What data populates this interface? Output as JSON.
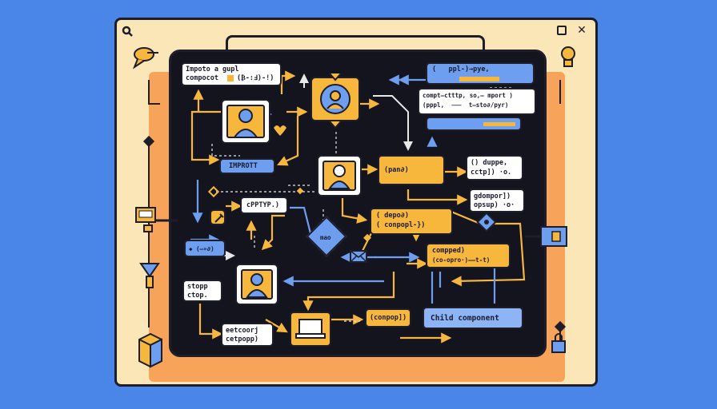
{
  "window": {
    "close_glyph": "✕"
  },
  "labels": {
    "import_note_line1": "Impoto a gupl",
    "import_note_line2": "compocot",
    "import_note_suffix": "(₿-:Ⅎ)-!)",
    "imprott": "IMPROTT",
    "cpptyp": "cPPTYP.)",
    "stopp_line1": "stopp",
    "stopp_line2": "ctop.",
    "cetcoor_line1": "eetcoorj",
    "cetcoor_line2": "cetpopp)",
    "panl": "(pan∂)",
    "duppe_line1": "() duppe,",
    "duppe_line2": "cctp]) ·o.",
    "depol_line1": "( depo∂)",
    "depol_line2": "( conpopl-})",
    "gdompor_line1": "gdompor])",
    "gdompor_line2": "opsup) ·o·",
    "compped_line1": "compped)",
    "compped_line2": "(co-opro·)——t-t)",
    "conpop": "(conpop])",
    "child_component": "Child component",
    "mao": "mao",
    "code_line1": "(   ppl-)→pye,",
    "code_line2": "compt—ctttp, so,— mport )",
    "code_line3": "(pppl,  ⸺  t—sto∂/pyr)",
    "small_blue_note": "◆ (—»∂)"
  },
  "colors": {
    "background": "#4a86e8",
    "window": "#fbe6b8",
    "screen": "#14141f",
    "accent_orange": "#f6b73c",
    "accent_blue": "#6d9ef0",
    "outline": "#1e1e2a"
  }
}
